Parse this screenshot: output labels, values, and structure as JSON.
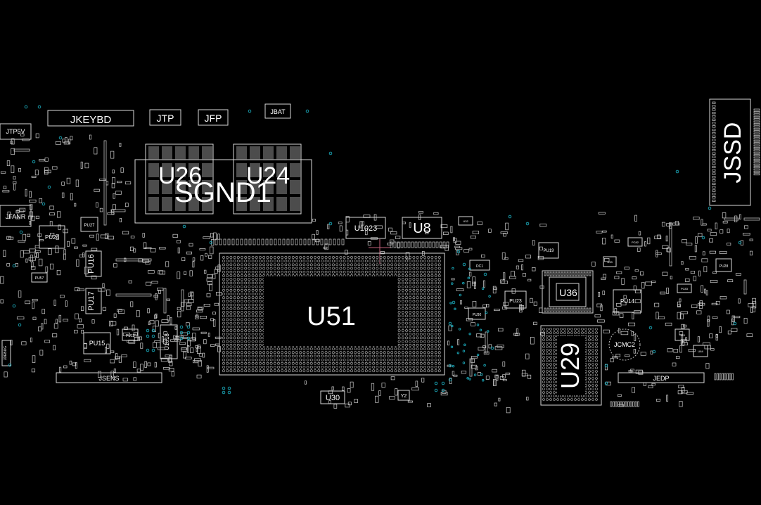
{
  "colors": {
    "background": "#000000",
    "silkscreen": "#d8d8d8",
    "via": "#1aa7b8",
    "marker": "#c0607a"
  },
  "labels": {
    "jkeybd": "JKEYBD",
    "jtp": "JTP",
    "jfp": "JFP",
    "jbat": "JBAT",
    "jtp5v": "JTP5V",
    "u26": "U26",
    "u24": "U24",
    "sgnd1": "SGND1",
    "jssd": "JSSD",
    "jfanr": "JFANR",
    "pu24": "PU24",
    "pu27": "PU27",
    "pu16": "PU16",
    "pu17": "PU17",
    "pu57": "PU57",
    "pu15": "PU15",
    "pu11": "PU11",
    "u1018": "U1018",
    "jdebug": "JDEBUG",
    "jsens": "JSENS",
    "u1023": "U1023",
    "u8": "U8",
    "u51": "U51",
    "u30": "U30",
    "y2": "Y2",
    "u36": "U36",
    "u29": "U29",
    "pu14": "PU14",
    "pu23": "PU23",
    "pu19": "PU19",
    "pu30": "PU30",
    "jcmc2": "JCMC2",
    "jedp": "JEDP",
    "pu28": "PU28",
    "pc83": "PC83",
    "pc82": "PC82",
    "dc1": "DC1",
    "u32": "U32",
    "u33": "U33",
    "u63": "U63",
    "u64": "U64"
  }
}
